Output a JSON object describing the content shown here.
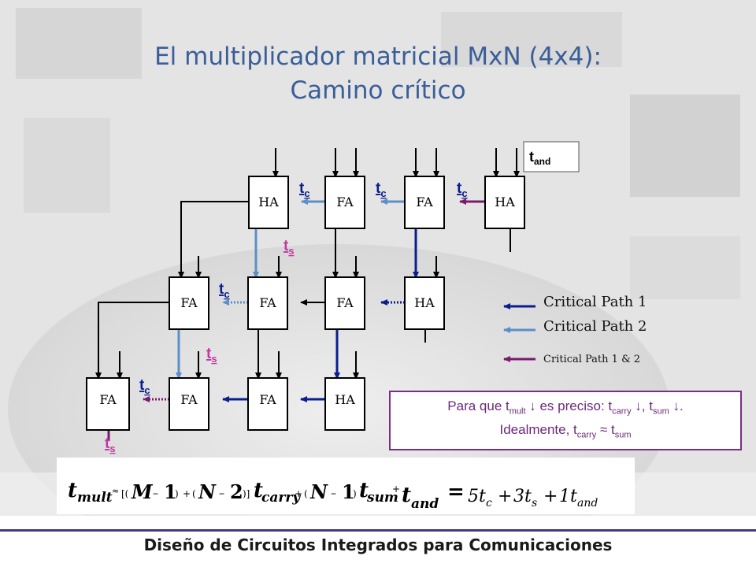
{
  "title": {
    "line1": "El multiplicador matricial MxN (4x4):",
    "line2": "Camino crítico"
  },
  "colors": {
    "title": "#3a5e98",
    "path1": "#0b1e8c",
    "path2": "#5b8fc7",
    "path12": "#7b1a6f",
    "note_border": "#7b2d86",
    "note_text": "#6a2a7a"
  },
  "cells": {
    "r0": [
      "HA",
      "FA",
      "FA",
      "HA"
    ],
    "r1": [
      "FA",
      "FA",
      "FA",
      "HA"
    ],
    "r2": [
      "FA",
      "FA",
      "FA",
      "HA"
    ]
  },
  "labels": {
    "tc_main": "t",
    "tc_sub": "c",
    "ts_main": "t",
    "ts_sub": "s",
    "tand_main": "t",
    "tand_sub": "and"
  },
  "legend": {
    "item1": "Critical Path 1",
    "item2": "Critical Path 2",
    "item3": "Critical Path 1 & 2"
  },
  "note": {
    "p1": "Para que t",
    "s1": "mult",
    "p2": " ↓ es preciso: t",
    "s2": "carry",
    "p3": " ↓, t",
    "s3": "sum",
    "p4": " ↓.",
    "p5": "Idealmente, t",
    "s5": "carry",
    "p6": " ≈ t",
    "s6": "sum"
  },
  "formula": {
    "t": "t",
    "mult": "mult",
    "approx": "≈",
    "open1": "[(",
    "M": "M",
    "minus": "–",
    "one": "1",
    "close_plus": ")",
    "plus": "+",
    "open_paren": "(",
    "N": "N",
    "two": "2",
    "close2": ")]",
    "carry": "carry",
    "sum": "sum",
    "and_": "and",
    "eq": "=",
    "rhs_5": "5",
    "rhs_3": "3",
    "rhs_1": "1",
    "c": "c",
    "s": "s"
  },
  "footer": "Diseño de Circuitos Integrados para Comunicaciones"
}
